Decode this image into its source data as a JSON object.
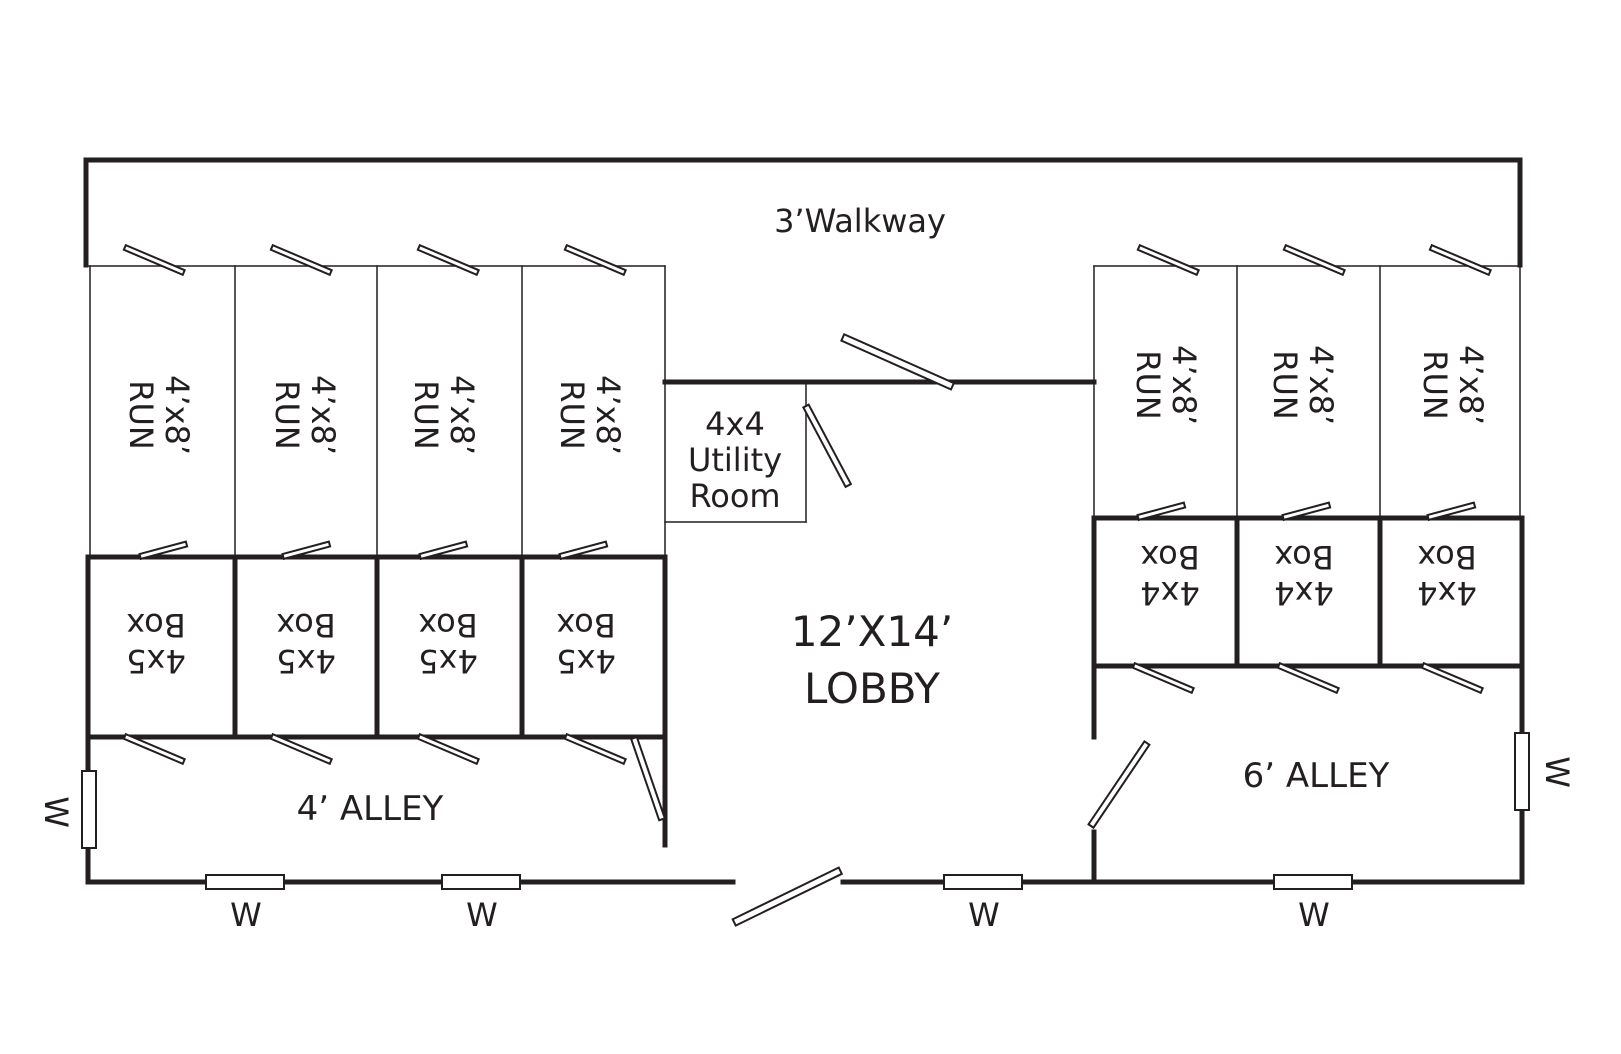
{
  "walkway": "3’Walkway",
  "runs": {
    "line1": "4’x8’",
    "line2": "RUN"
  },
  "boxes_left": {
    "line1": "4x5",
    "line2": "Box"
  },
  "boxes_right": {
    "line1": "4x4",
    "line2": "Box"
  },
  "utility": {
    "line1": "4x4",
    "line2": "Utility",
    "line3": "Room"
  },
  "lobby": {
    "line1": "12’X14’",
    "line2": "LOBBY"
  },
  "alley_left": "4’ ALLEY",
  "alley_right": "6’ ALLEY",
  "window_label": "W"
}
